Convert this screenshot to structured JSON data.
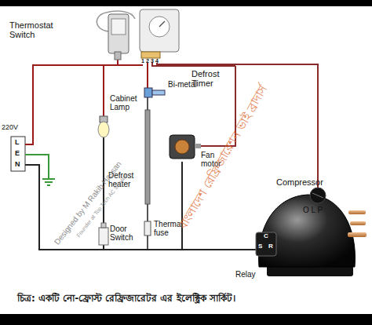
{
  "diagram": {
    "caption": "চিত্র: একটি নো-ফ্রোস্ট রেফ্রিজারেটর এর ইলেক্ট্রিক সার্কিট।",
    "labels": [
      "Thermostat Switch",
      "Defrost Timer",
      "1",
      "2",
      "3",
      "4",
      "Bi-metal",
      "Cabinet Lamp",
      "Fan motor",
      "Defrost heater",
      "Thermal fuse",
      "Door Switch",
      "O L P",
      "Compressor",
      "Relay",
      "C",
      "S",
      "R",
      "L",
      "E",
      "N",
      "220V",
      "Designed by M Rakib Hassan",
      "Founder at Top Tech AC Service",
      "বাংলাদেশ রেফ্রিজারেশন ভাই ব্রাদার্স"
    ]
  }
}
